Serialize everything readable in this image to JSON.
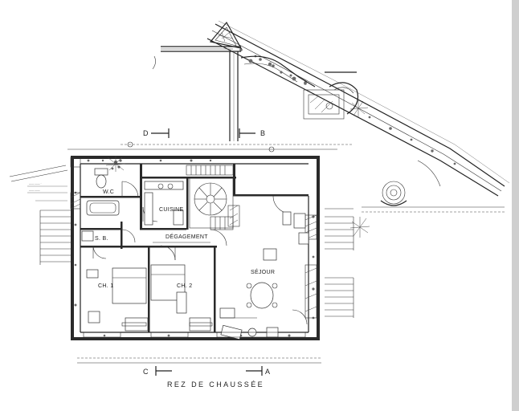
{
  "drawing": {
    "title": "REZ DE CHAUSSÉE",
    "section_marks": {
      "top_left": "D",
      "top_right": "B",
      "bottom_left": "C",
      "bottom_right": "A"
    },
    "rooms": {
      "wc": "W.C",
      "kitchen": "CUISINE",
      "bathroom": "S. B.",
      "hall": "DÉGAGEMENT",
      "bedroom_1": "CH. 1",
      "bedroom_2": "CH. 2",
      "living": "SÉJOUR"
    }
  }
}
